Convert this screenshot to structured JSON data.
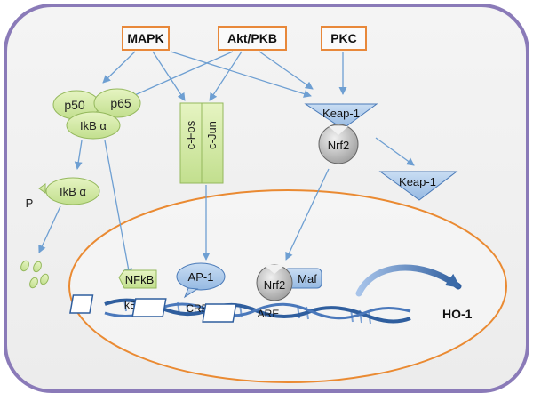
{
  "kinases": {
    "mapk": "MAPK",
    "akt": "Akt/PKB",
    "pkc": "PKC"
  },
  "nfkb_complex": {
    "p50": "p50",
    "p65": "p65",
    "ikba": "IkB α",
    "phospho_ikba": "IkB α",
    "phospho_mark": "P"
  },
  "ap1_complex": {
    "cfos": "c-Fos",
    "cjun": "c-Jun"
  },
  "keap_complex": {
    "keap1": "Keap-1",
    "nrf2": "Nrf2",
    "keap1_released": "Keap-1"
  },
  "nucleus": {
    "nfkb": "NFkB",
    "kb": "kB",
    "ap1": "AP-1",
    "crb": "CRB",
    "nrf2": "Nrf2",
    "maf": "Maf",
    "are": "ARE"
  },
  "output": {
    "ho1": "HO-1"
  },
  "colors": {
    "cell_border": "#8a7ab8",
    "cell_fill": "#f1f1f1",
    "kinase_border": "#e8883a",
    "green_fill": "#d4eaa6",
    "green_stroke": "#94b85c",
    "blue_fill": "#a9c8ea",
    "blue_stroke": "#4a7ab8",
    "nucleus_border": "#ea8a32",
    "arrow": "#6e9fd2",
    "dna": "#2f5e9e"
  }
}
